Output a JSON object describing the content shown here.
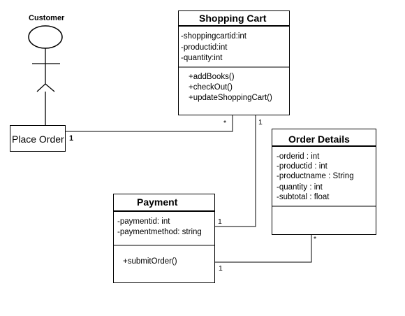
{
  "actor": {
    "label": "Customer"
  },
  "place_order": {
    "label": "Place Order",
    "multiplicity": "1"
  },
  "shopping_cart": {
    "title": "Shopping Cart",
    "attributes": [
      "-shoppingcartid:int",
      "-productid:int",
      "-quantity:int"
    ],
    "methods": [
      "+addBooks()",
      "+checkOut()",
      "+updateShoppingCart()"
    ],
    "mult_place_order": "*",
    "mult_payment": "1"
  },
  "order_details": {
    "title": "Order Details",
    "attributes": [
      {
        "name": "-orderid",
        "type": ": int"
      },
      {
        "name": "-productid",
        "type": ": int"
      },
      {
        "name": "-productname",
        "type": ": String"
      },
      {
        "name": "-quantity",
        "type": ": int"
      },
      {
        "name": "-subtotal",
        "type": ": float"
      }
    ],
    "mult_payment": "*"
  },
  "payment": {
    "title": "Payment",
    "attributes": [
      "-paymentid: int",
      "-paymentmethod: string"
    ],
    "methods": [
      "+submitOrder()"
    ],
    "mult_cart": "1",
    "mult_order_details": "1"
  }
}
